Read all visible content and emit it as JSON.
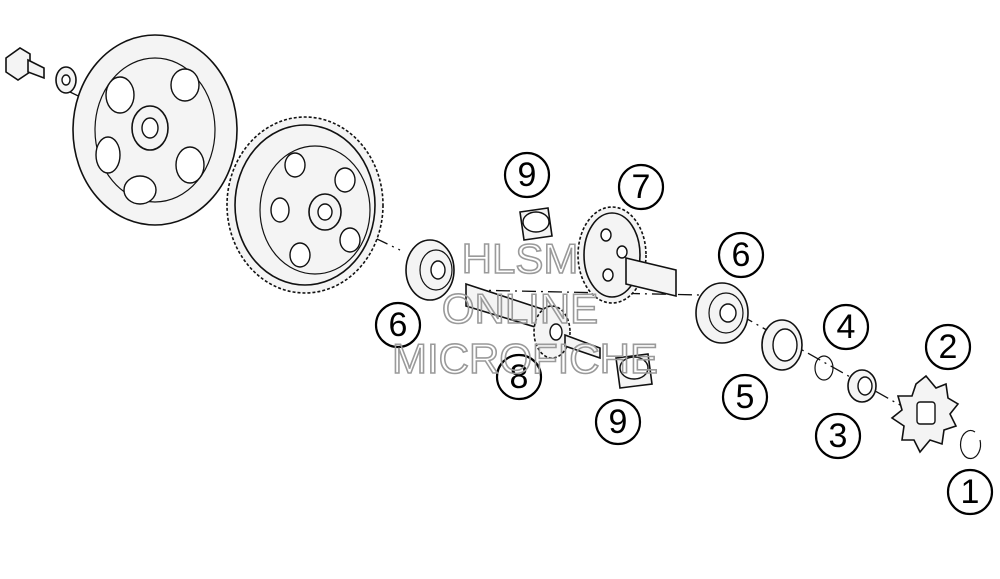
{
  "callouts": [
    {
      "label": "1",
      "part": "circlip"
    },
    {
      "label": "2",
      "part": "sprocket"
    },
    {
      "label": "3",
      "part": "spacer"
    },
    {
      "label": "4",
      "part": "o-ring"
    },
    {
      "label": "5",
      "part": "shaft-seal"
    },
    {
      "label": "6",
      "part": "bearing"
    },
    {
      "label": "6",
      "part": "bearing"
    },
    {
      "label": "7",
      "part": "drive-shaft-gear"
    },
    {
      "label": "8",
      "part": "intermediate-shaft"
    },
    {
      "label": "9",
      "part": "needle-bushing"
    },
    {
      "label": "9",
      "part": "needle-bushing"
    }
  ],
  "watermark": {
    "lines": [
      "HLSM",
      "ONLINE",
      "MICROFICHE"
    ],
    "color": "#9a9a9a"
  },
  "colors": {
    "line": "#111111",
    "fill": "#f4f4f4",
    "background": "#ffffff"
  }
}
